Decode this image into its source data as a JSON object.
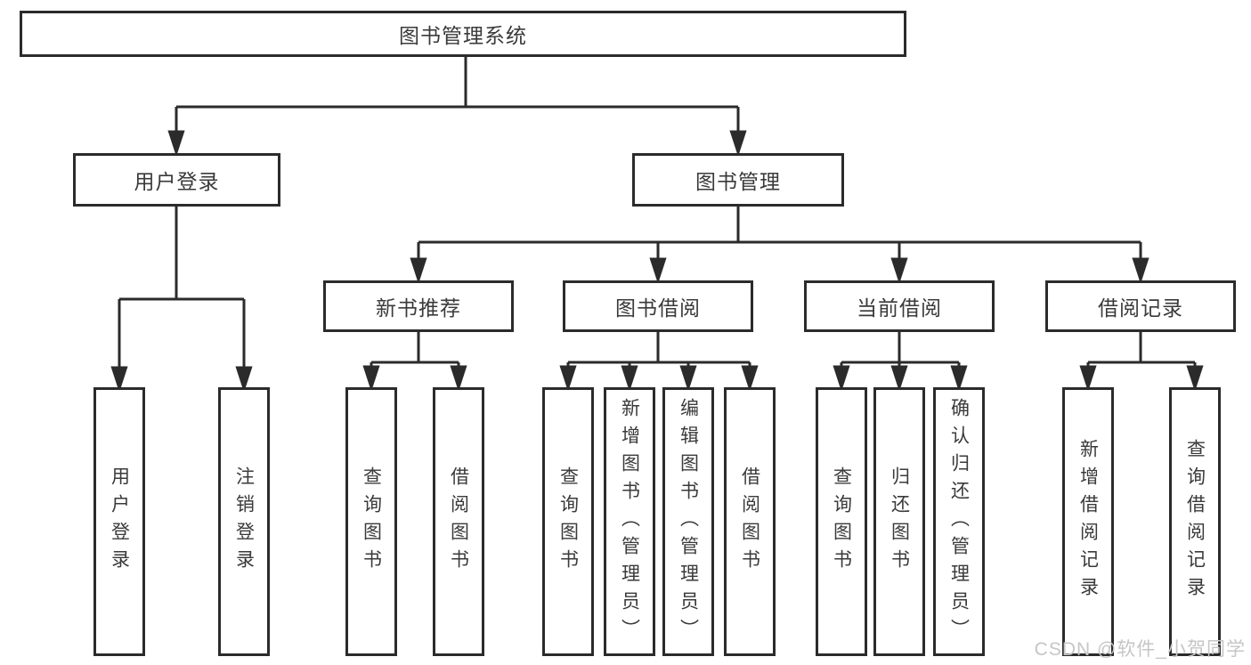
{
  "diagram": {
    "root": "图书管理系统",
    "branches": [
      {
        "label": "用户登录",
        "children": [
          "用户登录",
          "注销登录"
        ]
      },
      {
        "label": "图书管理",
        "children": [
          {
            "label": "新书推荐",
            "children": [
              "查询图书",
              "借阅图书"
            ]
          },
          {
            "label": "图书借阅",
            "children": [
              "查询图书",
              "新增图书（管理员）",
              "编辑图书（管理员）",
              "借阅图书"
            ]
          },
          {
            "label": "当前借阅",
            "children": [
              "查询图书",
              "归还图书",
              "确认归还（管理员）"
            ]
          },
          {
            "label": "借阅记录",
            "children": [
              "新增借阅记录",
              "查询借阅记录"
            ]
          }
        ]
      }
    ]
  },
  "watermark": "CSDN @软件_小贺同学",
  "colors": {
    "line": "#2b2b2b",
    "border": "#2b2b2b",
    "text": "#3a3a3a",
    "watermark": "#c6c6c6",
    "background": "#ffffff"
  }
}
